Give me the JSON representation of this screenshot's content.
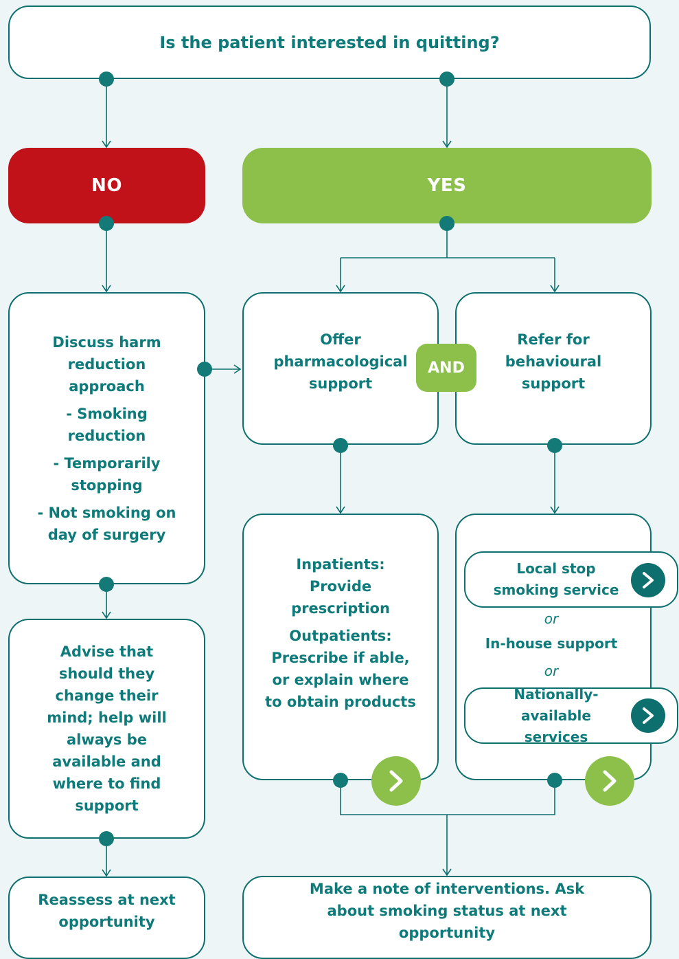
{
  "question": "Is the patient interested in quitting?",
  "no_label": "NO",
  "yes_label": "YES",
  "and_label": "AND",
  "harm_reduction": {
    "heading": "Discuss harm reduction approach",
    "items": [
      "- Smoking reduction",
      "- Temporarily stopping",
      "- Not smoking on day of surgery"
    ]
  },
  "advise_text": "Advise that should they change their mind; help will always be available and where to find support",
  "reassess_text": "Reassess at next opportunity",
  "pharmacological_text": "Offer pharmacological support",
  "behavioural_text": "Refer for behavioural support",
  "prescription": {
    "inpatients_heading": "Inpatients:",
    "inpatients_text": "Provide prescription",
    "outpatients_heading": "Outpatients:",
    "outpatients_text": "Prescribe if able, or explain where to obtain products"
  },
  "services": {
    "local": "Local stop smoking service",
    "or1": "or",
    "inhouse": "In-house support",
    "or2": "or",
    "national": "Nationally-available services"
  },
  "note_text": "Make a note of interventions. Ask about smoking status at next opportunity",
  "colors": {
    "teal": "#0d6f6e",
    "no_red": "#c1121a",
    "yes_green": "#8cc04b",
    "background": "#eef5f6"
  }
}
